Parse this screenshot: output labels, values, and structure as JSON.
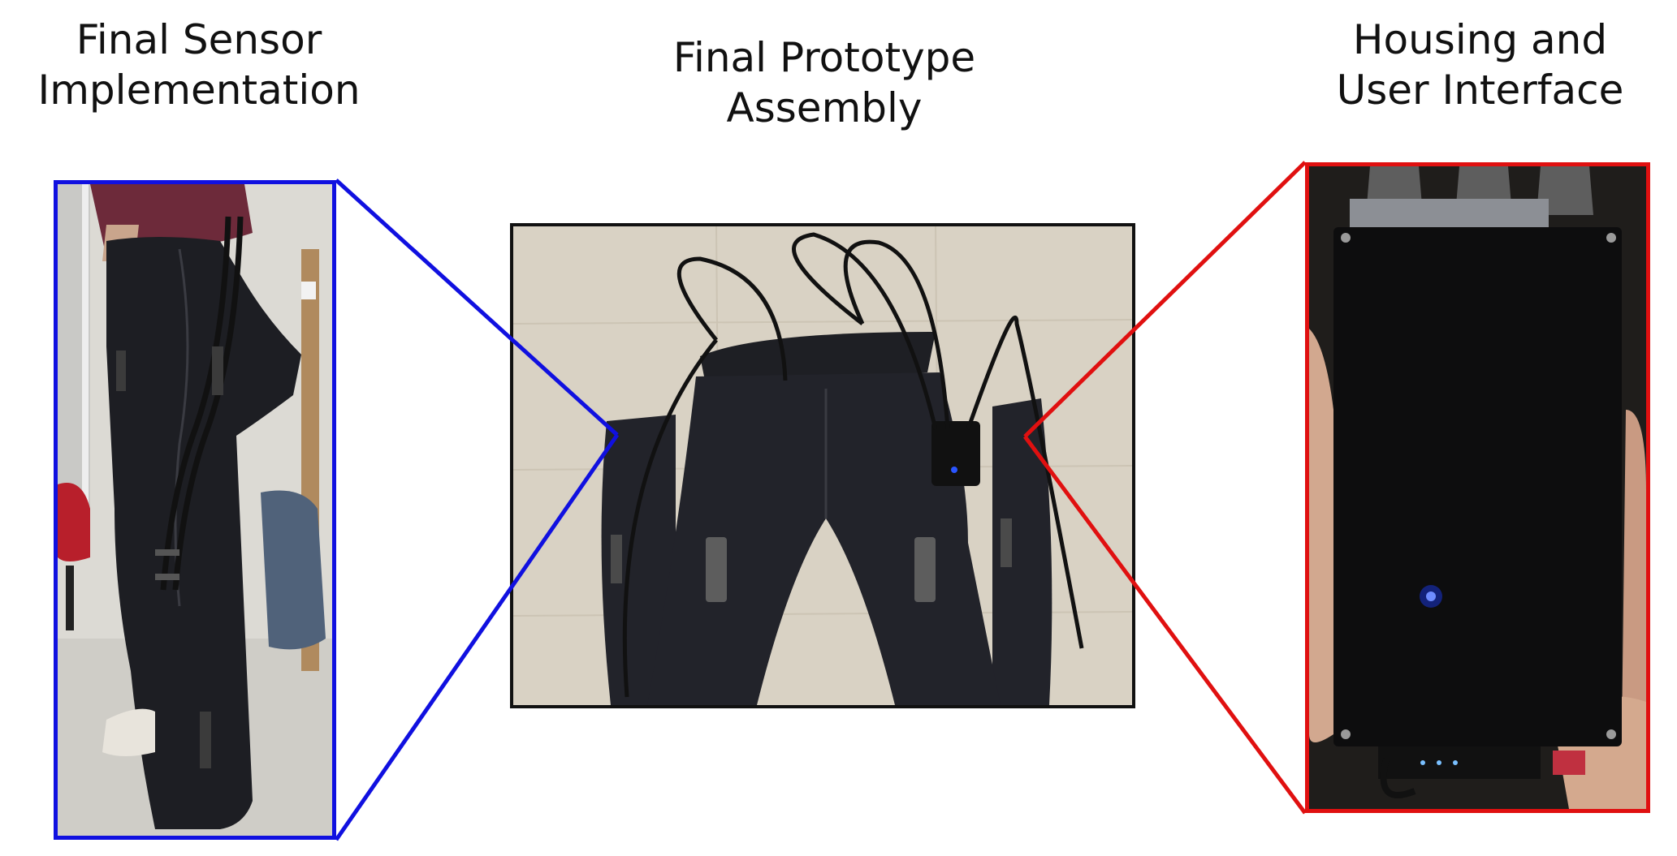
{
  "titles": {
    "left": [
      "Final Sensor",
      "Implementation"
    ],
    "center": [
      "Final Prototype",
      "Assembly"
    ],
    "right": [
      "Housing and",
      "User Interface"
    ]
  },
  "colors": {
    "left_frame": "#1010e0",
    "center_frame": "#111111",
    "right_frame": "#e01010",
    "background": "#ffffff"
  }
}
